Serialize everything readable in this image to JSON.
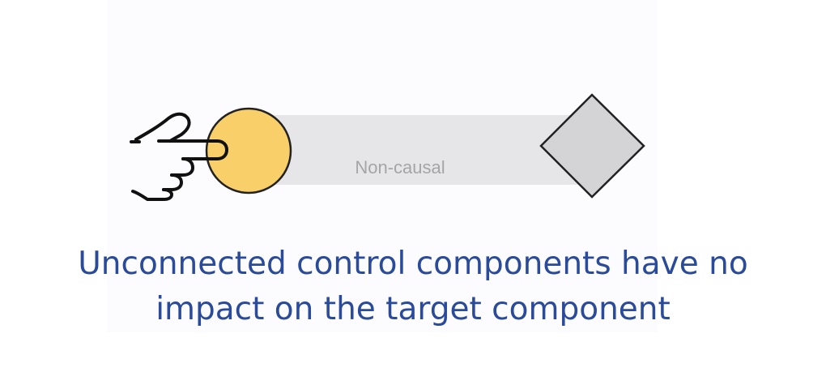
{
  "diagram": {
    "link_label": "Non-causal",
    "control_node": {
      "shape": "circle",
      "color": "#f9cf6a"
    },
    "target_node": {
      "shape": "diamond",
      "color": "#d4d3d6"
    },
    "link_color": "#e6e5e8",
    "pointer_icon": "pointing-hand-icon"
  },
  "caption": {
    "line1": "Unconnected control components have no",
    "line2": "impact on the target component",
    "color": "#2a4a9a"
  }
}
